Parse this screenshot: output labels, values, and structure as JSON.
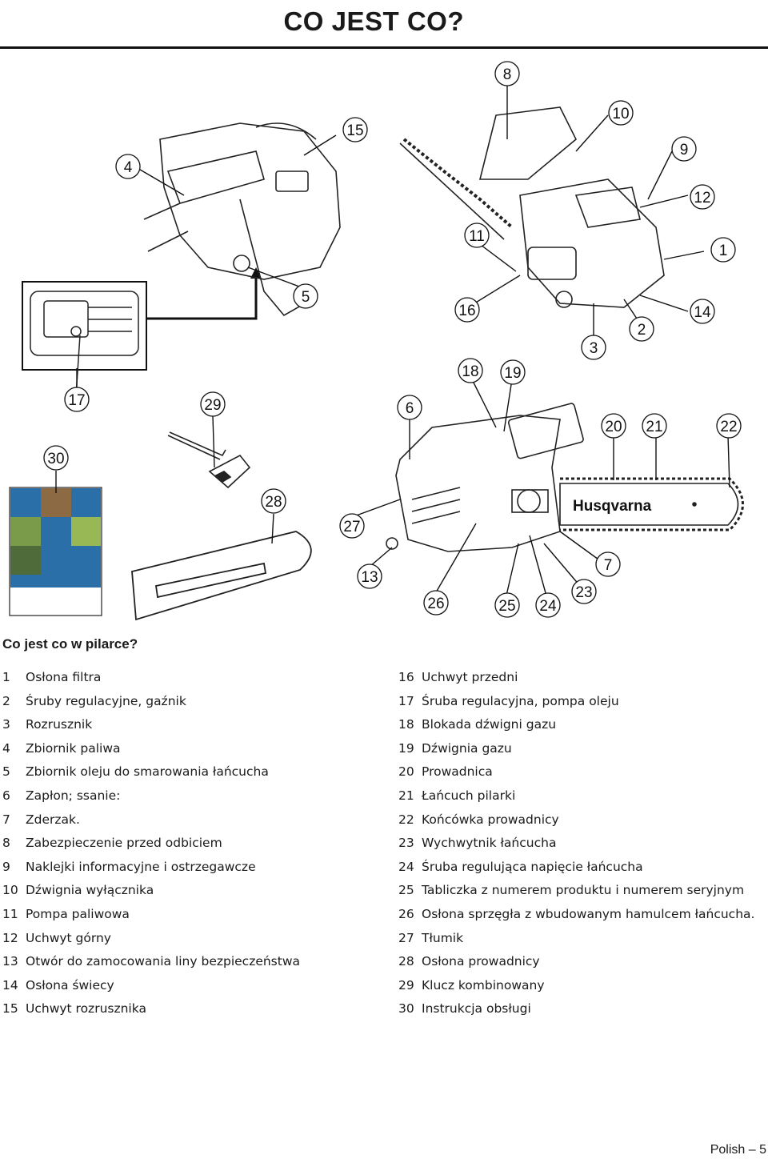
{
  "header": {
    "title": "CO JEST CO?"
  },
  "figure": {
    "callouts": [
      "8",
      "15",
      "10",
      "4",
      "9",
      "12",
      "11",
      "1",
      "5",
      "16",
      "14",
      "2",
      "3",
      "18",
      "19",
      "17",
      "29",
      "6",
      "20",
      "21",
      "22",
      "30",
      "28",
      "27",
      "7",
      "13",
      "23",
      "26",
      "25",
      "24"
    ],
    "brand_label": "Husqvarna"
  },
  "section": {
    "heading": "Co jest co w pilarce?"
  },
  "parts_left": [
    {
      "num": "1",
      "label": "Osłona filtra"
    },
    {
      "num": "2",
      "label": "Śruby regulacyjne, gaźnik"
    },
    {
      "num": "3",
      "label": "Rozrusznik"
    },
    {
      "num": "4",
      "label": "Zbiornik paliwa"
    },
    {
      "num": "5",
      "label": "Zbiornik oleju do smarowania łańcucha"
    },
    {
      "num": "6",
      "label": "Zapłon; ssanie:"
    },
    {
      "num": "7",
      "label": "Zderzak."
    },
    {
      "num": "8",
      "label": "Zabezpieczenie przed odbiciem"
    },
    {
      "num": "9",
      "label": "Naklejki informacyjne i ostrzegawcze"
    },
    {
      "num": "10",
      "label": "Dźwignia wyłącznika"
    },
    {
      "num": "11",
      "label": "Pompa paliwowa"
    },
    {
      "num": "12",
      "label": "Uchwyt górny"
    },
    {
      "num": "13",
      "label": "Otwór do zamocowania liny bezpieczeństwa"
    },
    {
      "num": "14",
      "label": "Osłona świecy"
    },
    {
      "num": "15",
      "label": "Uchwyt rozrusznika"
    }
  ],
  "parts_right": [
    {
      "num": "16",
      "label": "Uchwyt przedni"
    },
    {
      "num": "17",
      "label": "Śruba regulacyjna, pompa oleju"
    },
    {
      "num": "18",
      "label": "Blokada dźwigni gazu"
    },
    {
      "num": "19",
      "label": "Dźwignia gazu"
    },
    {
      "num": "20",
      "label": "Prowadnica"
    },
    {
      "num": "21",
      "label": "Łańcuch pilarki"
    },
    {
      "num": "22",
      "label": "Końcówka prowadnicy"
    },
    {
      "num": "23",
      "label": "Wychwytnik łańcucha"
    },
    {
      "num": "24",
      "label": "Śruba regulująca napięcie łańcucha"
    },
    {
      "num": "25",
      "label": "Tabliczka z numerem produktu i numerem seryjnym"
    },
    {
      "num": "26",
      "label": "Osłona sprzęgła z wbudowanym hamulcem łańcucha."
    },
    {
      "num": "27",
      "label": "Tłumik"
    },
    {
      "num": "28",
      "label": "Osłona prowadnicy"
    },
    {
      "num": "29",
      "label": "Klucz kombinowany"
    },
    {
      "num": "30",
      "label": "Instrukcja obsługi"
    }
  ],
  "footer": {
    "page_label": "Polish – 5"
  }
}
